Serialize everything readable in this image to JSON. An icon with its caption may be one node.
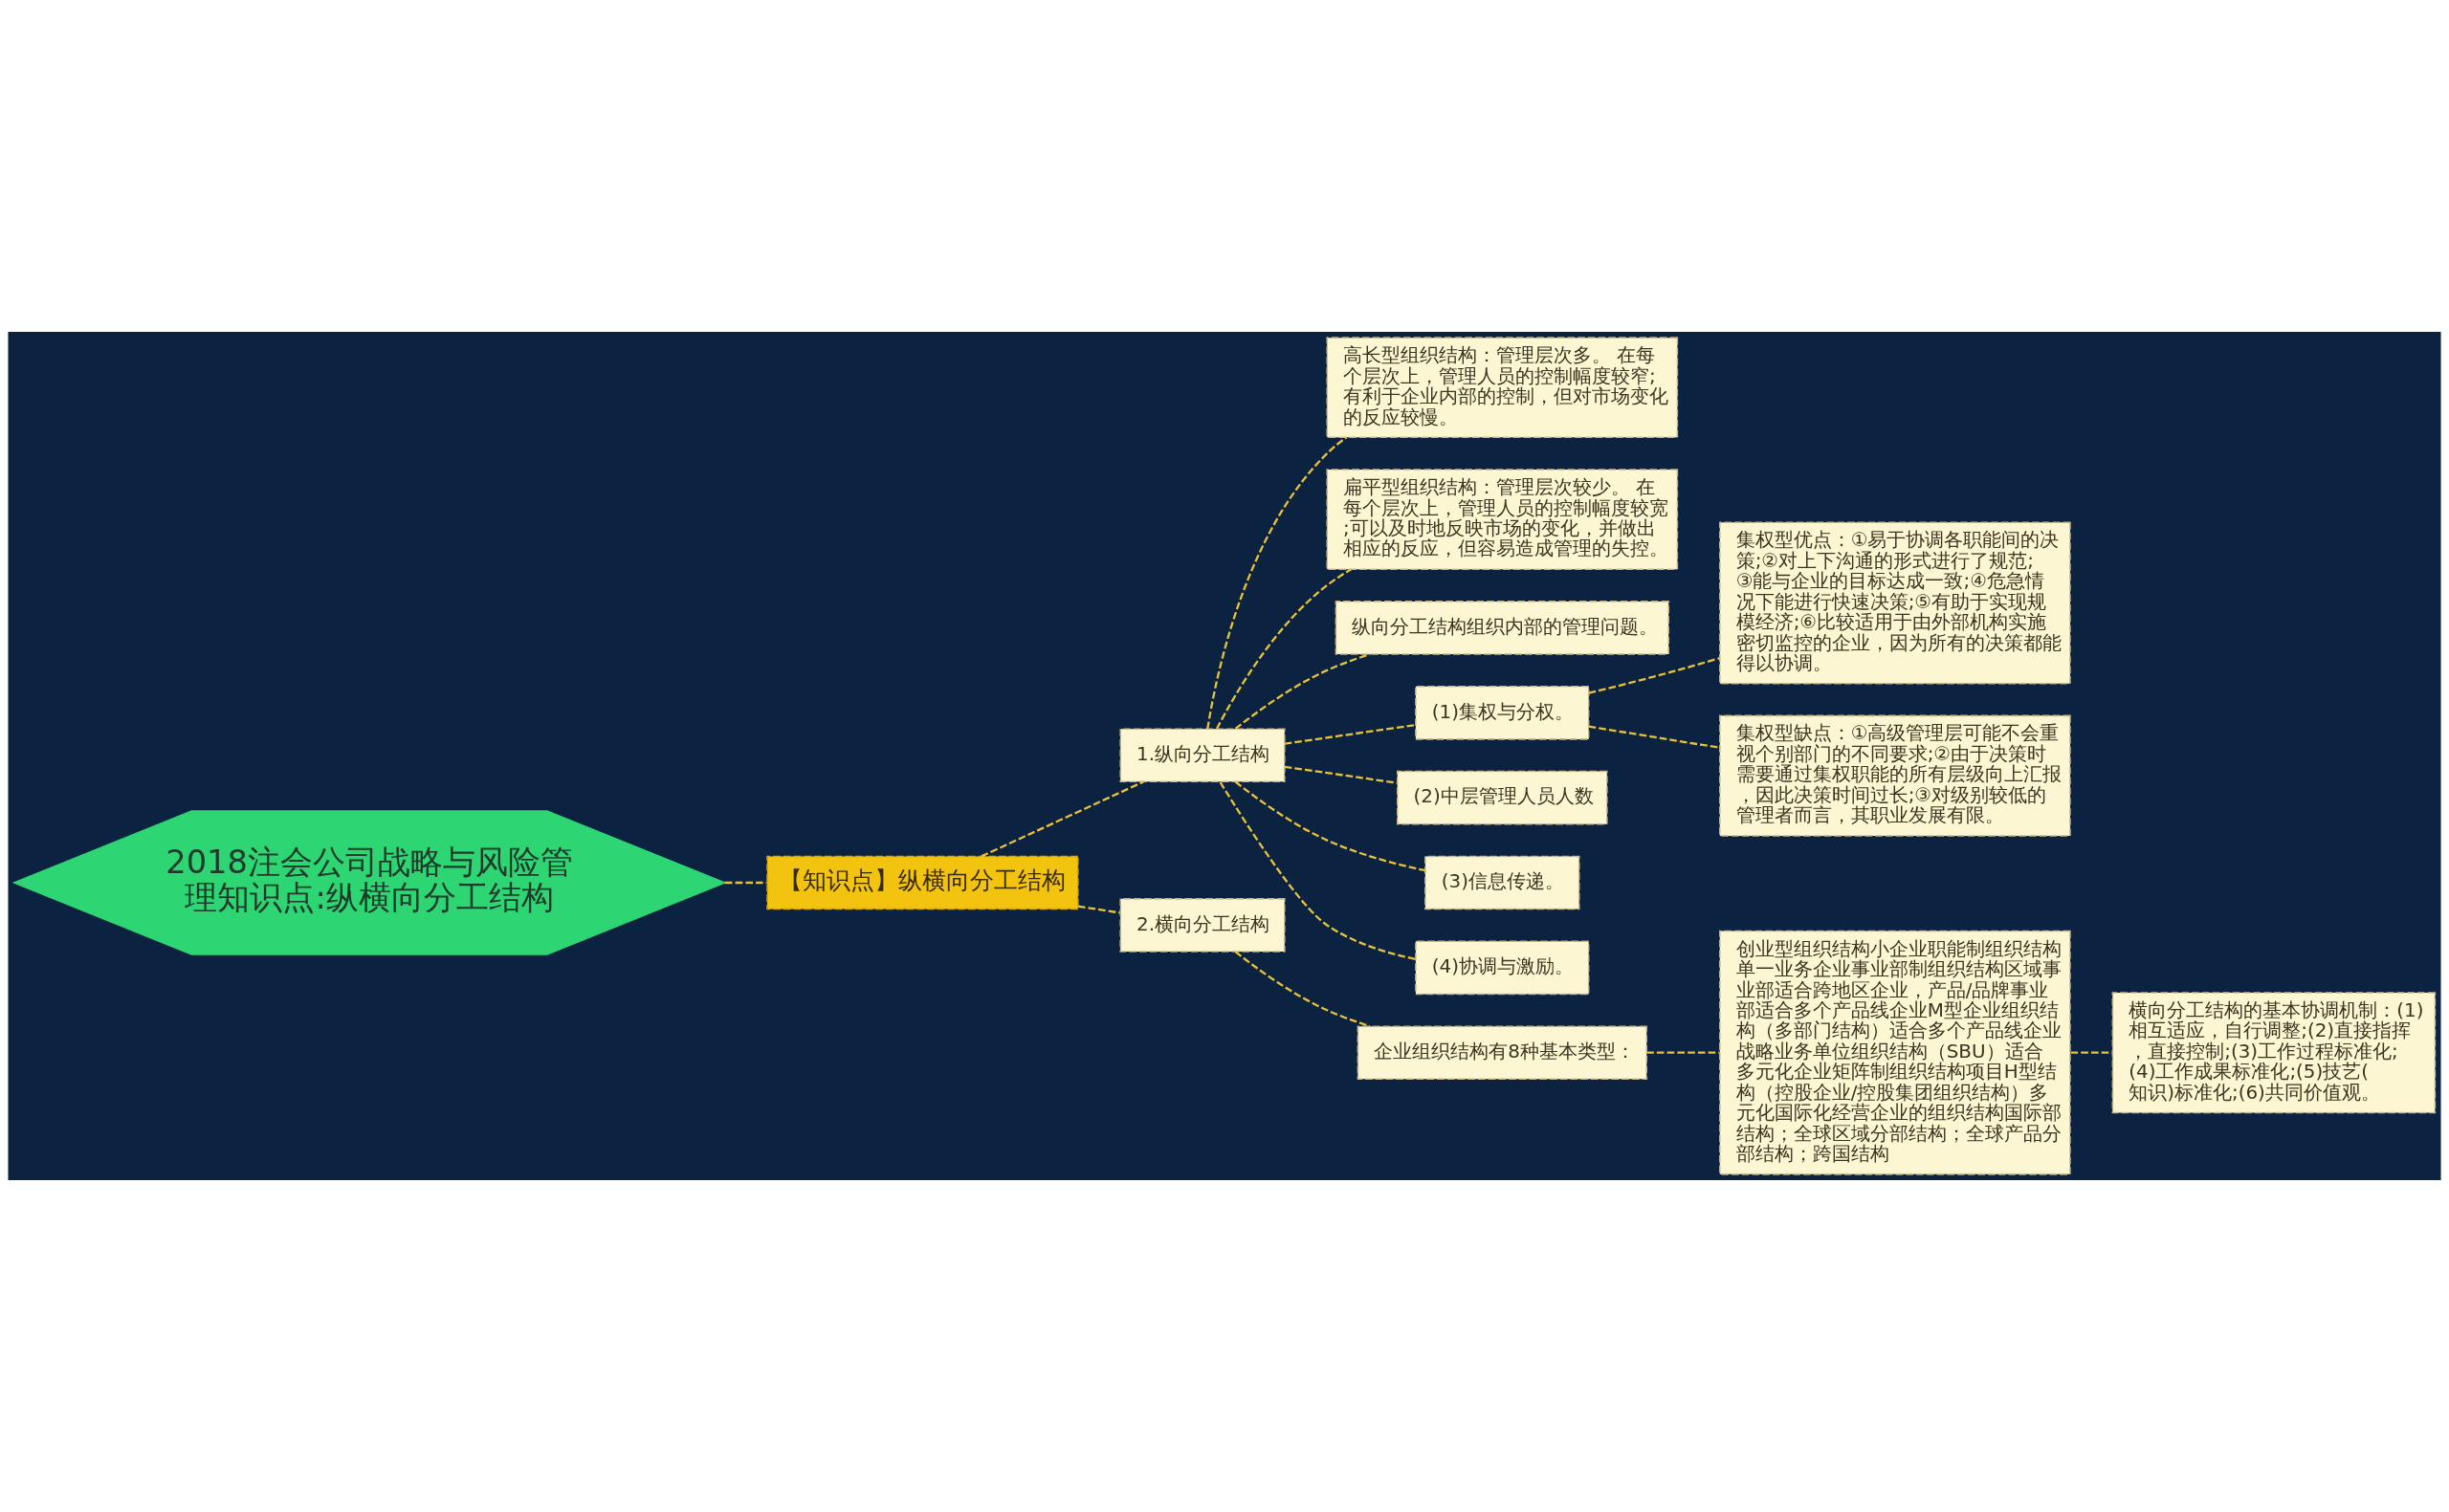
{
  "diagram": {
    "nodes": [
      {
        "text": [
          "2018注会公司战略与风险管理知识点:纵横向分工结构"
        ]
      },
      {
        "text": [
          "【知识点】纵横向分工结构"
        ]
      },
      {
        "text": [
          "1.纵向分工结构"
        ]
      },
      {
        "text": [
          "高长型组织结构：管理层次多。 在每个层次上，管理人员的控制幅度较窄;有利于企业内部的控制，但对市场变化的反应较慢。"
        ]
      },
      {
        "text": [
          "扁平型组织结构：管理层次较少。 在每个层次上，管理人员的控制幅度较宽;可以及时地反映市场的变化，并做出相应的反应，但容易造成管理的失控。"
        ]
      },
      {
        "text": [
          "纵向分工结构组织内部的管理问题。"
        ]
      },
      {
        "text": [
          "(1)集权与分权。"
        ]
      },
      {
        "text": [
          "集权型优点：①易于协调各职能间的决策;②对上下沟通的形式进行了规范;③能与企业的目标达成一致;④危急情况下能进行快速决策;⑤有助于实现规模经济;⑥比较适用于由外部机构实施密切监控的企业，因为所有的决策都能得以协调。"
        ]
      },
      {
        "text": [
          "集权型缺点：①高级管理层可能不会重视个别部门的不同要求;②由于决策时需要通过集权职能的所有层级向上汇报，因此决策时间过长;③对级别较低的管理者而言，其职业发展有限。"
        ]
      },
      {
        "text": [
          "(2)中层管理人员人数"
        ]
      },
      {
        "text": [
          "(3)信息传递。"
        ]
      },
      {
        "text": [
          "(4)协调与激励。"
        ]
      },
      {
        "text": [
          "2.横向分工结构"
        ]
      },
      {
        "text": [
          "企业组织结构有8种基本类型："
        ]
      },
      {
        "text": [
          "创业型组织结构小企业职能制组织结构单一业务企业事业部制组织结构区域事业部适合跨地区企业，产品/品牌事业部适合多个产品线企业M型企业组织结构（多部门结构）适合多个产品线企业战略业务单位组织结构（SBU）适合多元化企业矩阵制组织结构项目H型结构（控股企业/控股集团组织结构）多元化国际化经营企业的组织结构国际部结构；全球区域分部结构；全球产品分部结构；跨国结构"
        ]
      },
      {
        "text": [
          "横向分工结构的基本协调机制：(1)相互适应，自行调整;(2)直接指挥，直接控制;(3)工作过程标准化;(4)工作成果标准化;(5)技艺(知识)标准化;(6)共同价值观。"
        ]
      }
    ],
    "edges": [
      {
        "from": 0,
        "to": 1,
        "arrow": "none",
        "style": "dashed"
      },
      {
        "from": 1,
        "to": 2,
        "arrow": "none",
        "style": "dashed"
      },
      {
        "from": 2,
        "to": 3,
        "arrow": "none",
        "style": "dashed"
      },
      {
        "from": 2,
        "to": 4,
        "arrow": "none",
        "style": "dashed"
      },
      {
        "from": 2,
        "to": 5,
        "arrow": "none",
        "style": "dashed"
      },
      {
        "from": 2,
        "to": 6,
        "arrow": "none",
        "style": "dashed"
      },
      {
        "from": 6,
        "to": 7,
        "arrow": "none",
        "style": "dashed"
      },
      {
        "from": 6,
        "to": 8,
        "arrow": "none",
        "style": "dashed"
      },
      {
        "from": 2,
        "to": 9,
        "arrow": "none",
        "style": "dashed"
      },
      {
        "from": 2,
        "to": 10,
        "arrow": "none",
        "style": "dashed"
      },
      {
        "from": 2,
        "to": 11,
        "arrow": "none",
        "style": "dashed"
      },
      {
        "from": 1,
        "to": 12,
        "arrow": "none",
        "style": "dashed"
      },
      {
        "from": 12,
        "to": 13,
        "arrow": "none",
        "style": "dashed"
      },
      {
        "from": 13,
        "to": 14,
        "arrow": "none",
        "style": "dashed"
      },
      {
        "from": 14,
        "to": 15,
        "arrow": "none",
        "style": "dashed"
      }
    ]
  }
}
